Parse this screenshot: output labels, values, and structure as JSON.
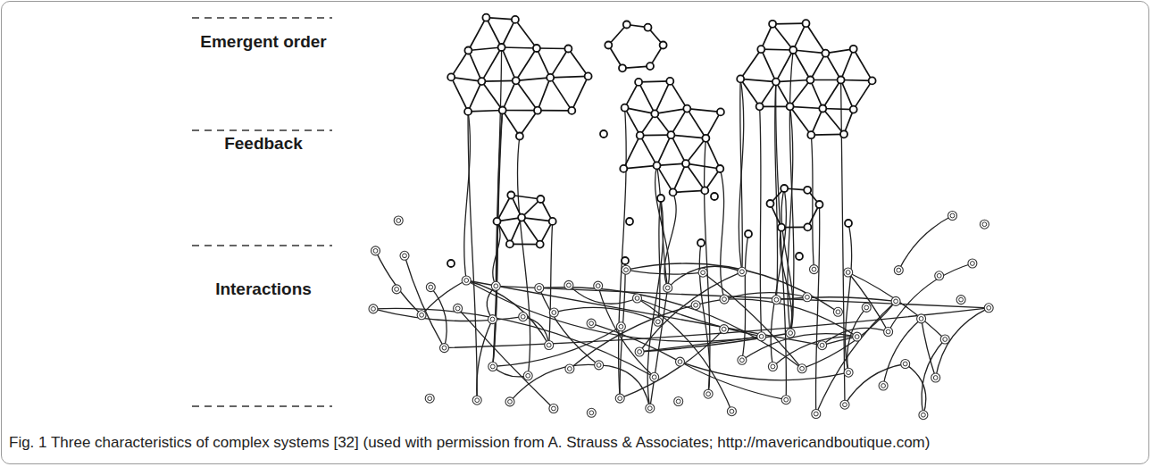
{
  "diagram": {
    "caption": "Fig. 1 Three characteristics of complex systems [32] (used with permission from A. Strauss & Associates; http://mavericandboutique.com)",
    "labels": [
      "Emergent order",
      "Feedback",
      "Interactions"
    ]
  }
}
